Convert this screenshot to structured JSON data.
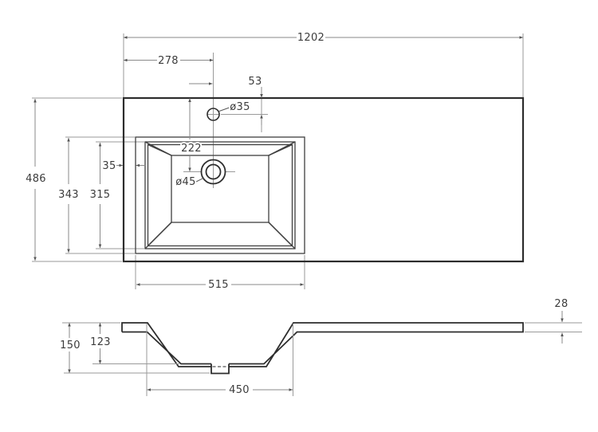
{
  "drawing": {
    "kind": "washbasin-countertop-dimension-drawing",
    "background": "#ffffff",
    "object_line_color": "#2d2d2d",
    "dimension_line_color": "#8a8a8a",
    "text_color": "#3c3c3c"
  },
  "plan_view": {
    "dims": {
      "overall_width": "1202",
      "faucet_offset_left": "278",
      "faucet_offset_top": "53",
      "faucet_hole_diameter": "ø35",
      "drain_offset_top": "222",
      "cutout_inset_left": "35",
      "overall_depth": "486",
      "cutout_depth": "343",
      "basin_depth": "315",
      "drain_diameter": "ø45",
      "cutout_width": "515"
    }
  },
  "section_view": {
    "dims": {
      "countertop_thickness": "28",
      "overall_height": "150",
      "basin_inner_depth": "123",
      "basin_width": "450"
    }
  }
}
